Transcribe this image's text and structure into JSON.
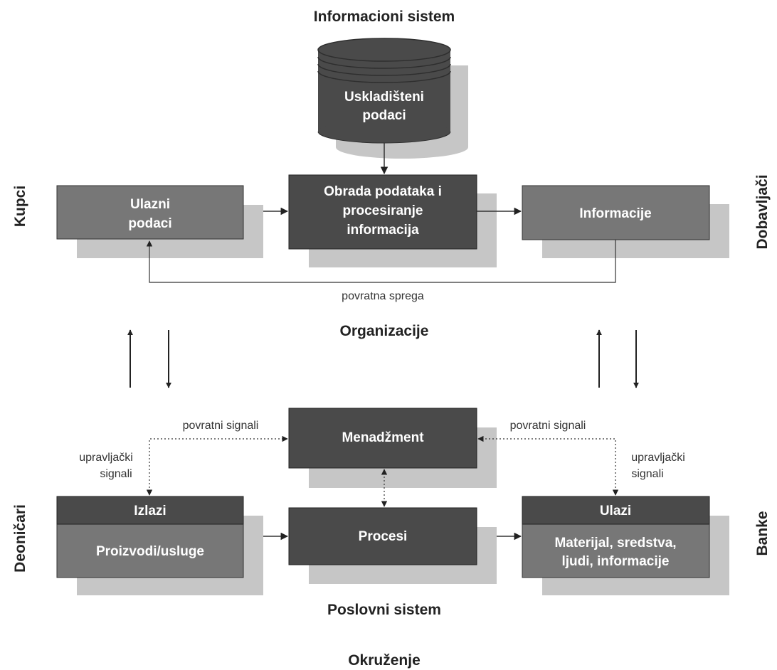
{
  "colors": {
    "dark_box": "#4a4a4a",
    "mid_box": "#777777",
    "shadow": "#c6c6c6",
    "line": "#333333",
    "text_on_box": "#ffffff"
  },
  "titles": {
    "information_system": "Informacioni sistem",
    "organizations": "Organizacije",
    "business_system": "Poslovni sistem",
    "environment": "Okruženje"
  },
  "sides": {
    "customers": "Kupci",
    "suppliers": "Dobavljači",
    "shareholders": "Deoničari",
    "banks": "Banke"
  },
  "info_system": {
    "stored_data": [
      "Uskladišteni",
      "podaci"
    ],
    "input_data": [
      "Ulazni",
      "podaci"
    ],
    "processing": [
      "Obrada podataka i",
      "procesiranje",
      "informacija"
    ],
    "information": "Informacije",
    "feedback": "povratna sprega"
  },
  "business_system": {
    "management": "Menadžment",
    "processes": "Procesi",
    "outputs_header": "Izlazi",
    "outputs_body": "Proizvodi/usluge",
    "inputs_header": "Ulazi",
    "inputs_body": [
      "Materijal, sredstva,",
      "ljudi, informacije"
    ],
    "feedback_signals_left": "povratni signali",
    "feedback_signals_right": "povratni signali",
    "control_signals_left": [
      "upravljački",
      "signali"
    ],
    "control_signals_right": [
      "upravljački",
      "signali"
    ]
  }
}
